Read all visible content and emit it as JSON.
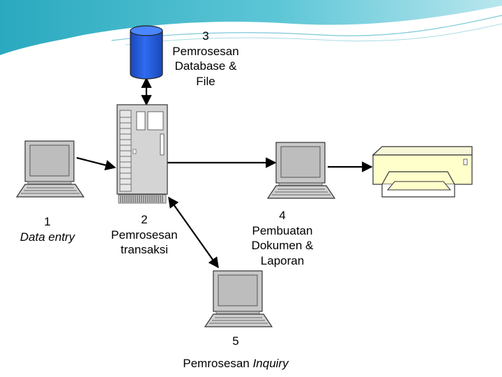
{
  "colors": {
    "banner_teal": "#1ea2b8",
    "database_blue": "#1f5ad8",
    "device_gray": "#c8c8c8",
    "screen_gray": "#bdbdbd",
    "printer_cream": "#ffffcc"
  },
  "icons": {
    "database": "database-cylinder-icon",
    "server": "server-tower-icon",
    "computer": "computer-terminal-icon",
    "printer": "printer-icon"
  },
  "nodes": {
    "data_entry": {
      "number": "1",
      "label": "Data entry"
    },
    "transaction": {
      "number": "2",
      "label_line1": "Pemrosesan",
      "label_line2": "transaksi"
    },
    "database": {
      "number": "3",
      "label_line1": "Pemrosesan",
      "label_line2": "Database &",
      "label_line3": "File"
    },
    "reporting": {
      "number": "4",
      "label_line1": "Pembuatan",
      "label_line2": "Dokumen &",
      "label_line3": "Laporan"
    },
    "inquiry": {
      "number": "5",
      "label_prefix": "Pemrosesan",
      "label_italic": "Inquiry"
    }
  }
}
